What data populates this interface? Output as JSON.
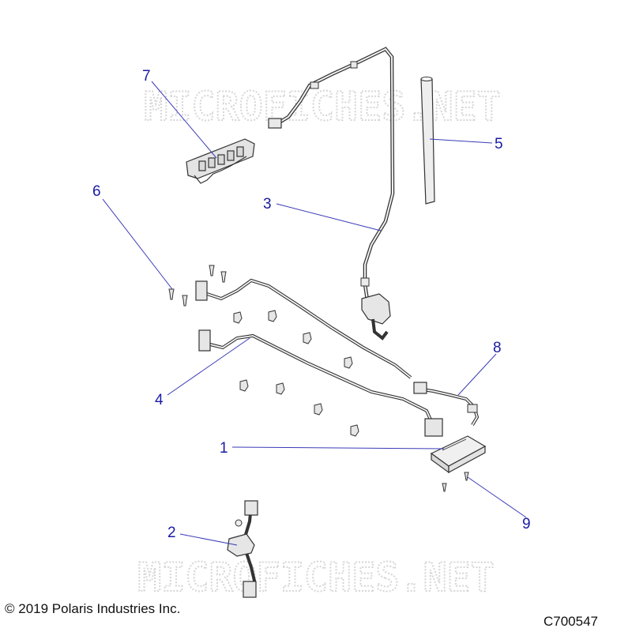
{
  "watermark": "MICROFICHES.NET",
  "callouts": {
    "c1": "1",
    "c2": "2",
    "c3": "3",
    "c4": "4",
    "c5": "5",
    "c6": "6",
    "c7": "7",
    "c8": "8",
    "c9": "9"
  },
  "footer": {
    "copyright": "© 2019 Polaris Industries Inc.",
    "diagram_code": "C700547"
  },
  "colors": {
    "leader": "#3a3ab8",
    "callout_text": "#1a1aa6",
    "part_stroke": "#333333",
    "part_fill": "#f2f2f2",
    "watermark": "#d9d9d9"
  }
}
